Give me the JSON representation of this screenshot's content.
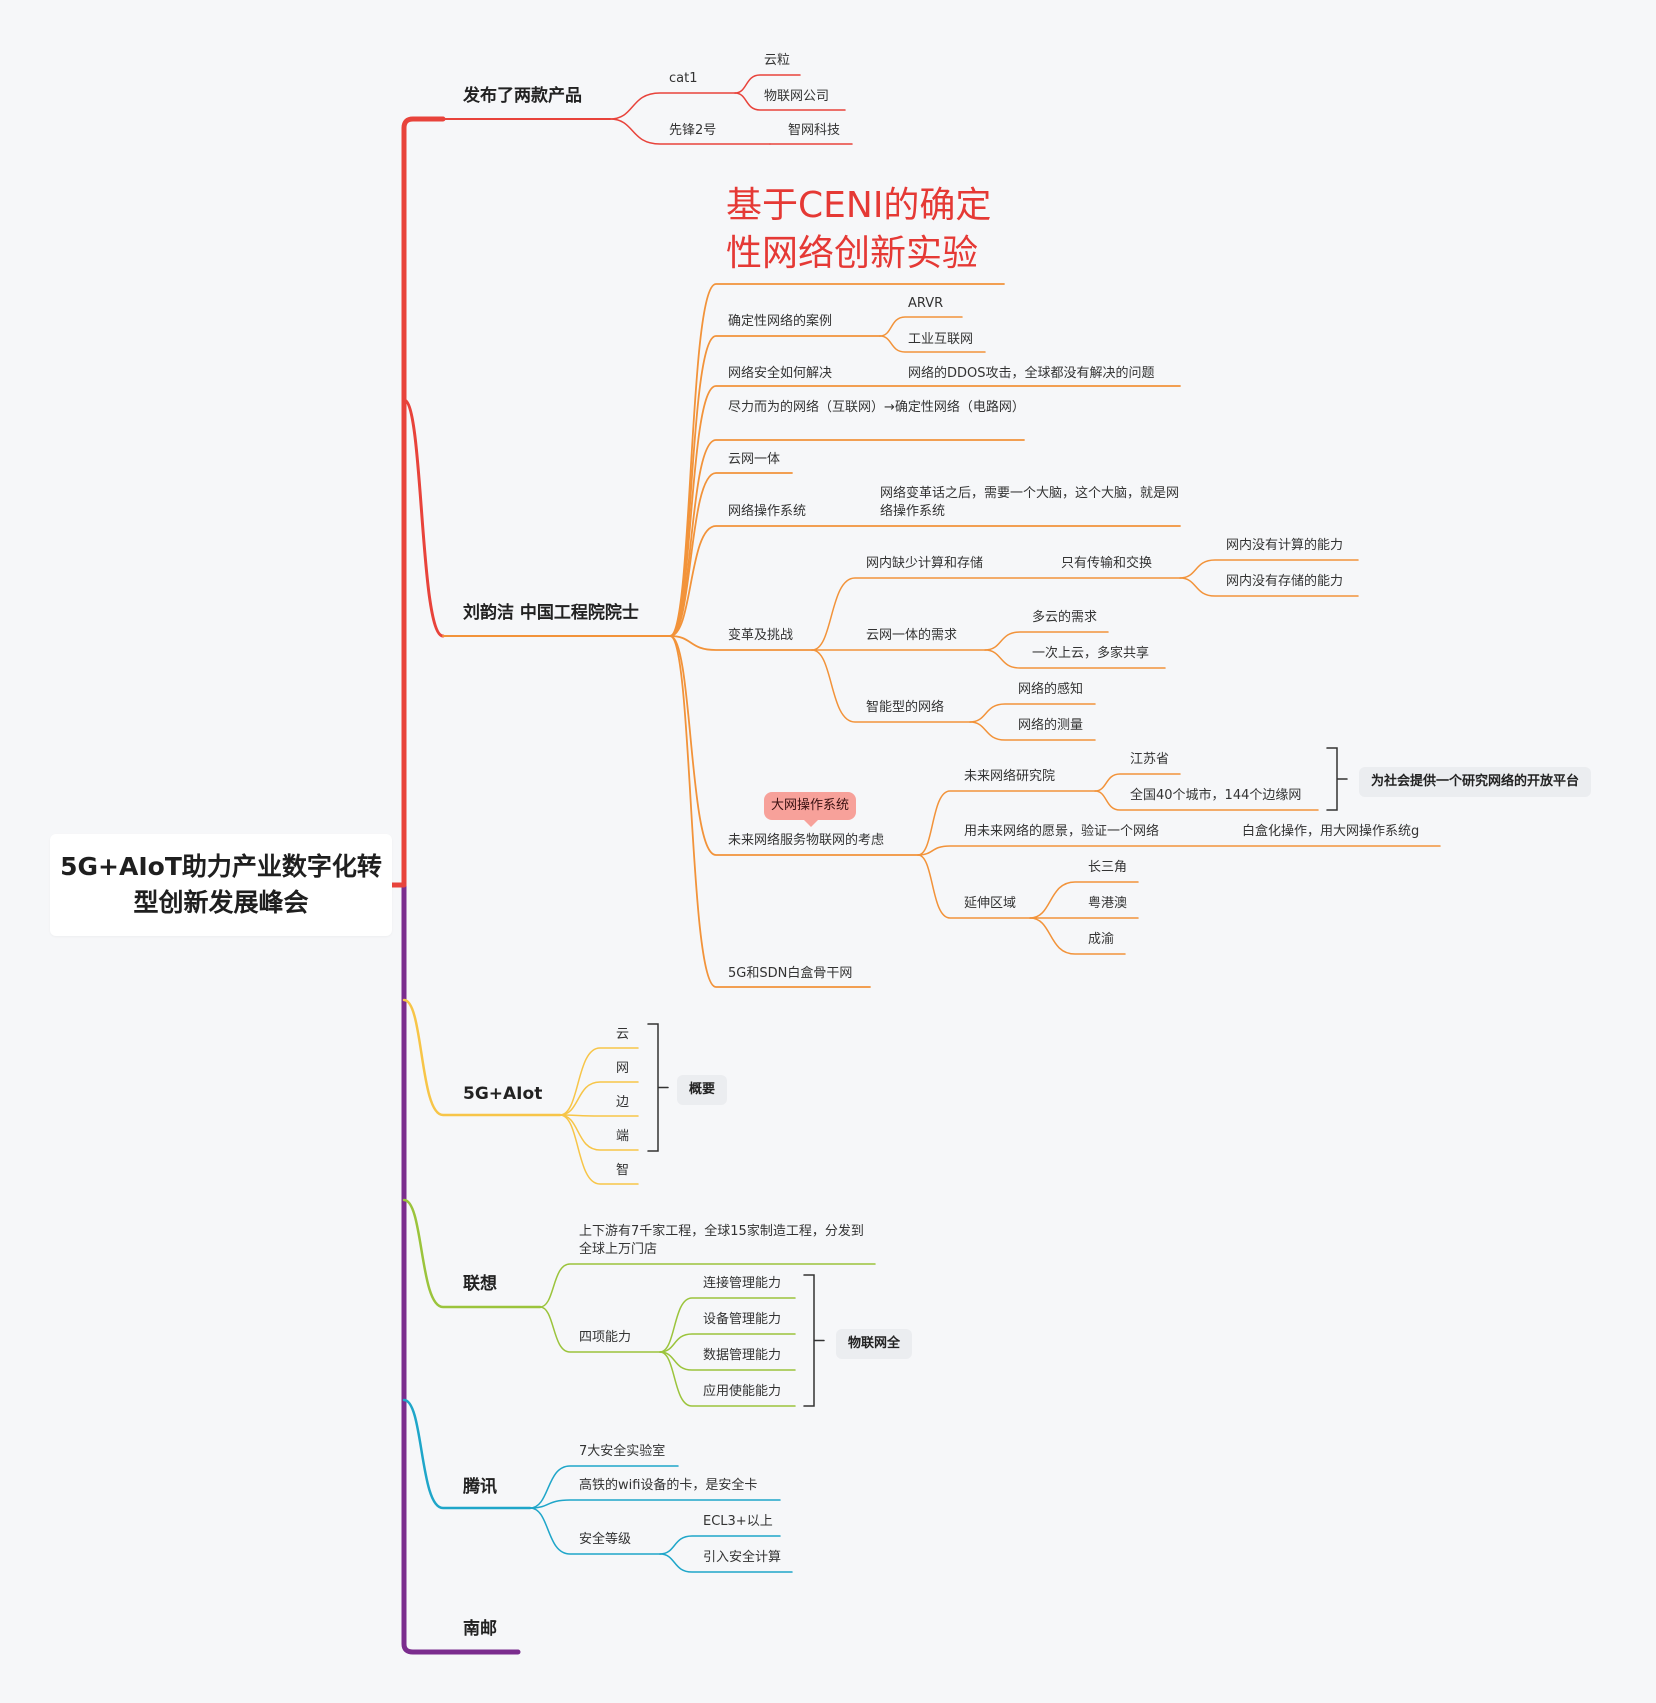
{
  "root": "5G+AIoT助力产业数字化转型创新发展峰会",
  "colors": {
    "red": "#e8433b",
    "orange": "#f2933a",
    "purple": "#7b2d8e",
    "yellow": "#f7c548",
    "green": "#9bc43c",
    "blue": "#1fa6c9"
  },
  "b1": {
    "label": "发布了两款产品",
    "cat1": "cat1",
    "cat1_a": "云粒",
    "cat1_b": "物联网公司",
    "xf": "先锋2号",
    "xf_a": "智网科技"
  },
  "b2": {
    "label": "刘韵洁 中国工程院院士",
    "title": "基于CENI的确定性网络创新实验",
    "c1": "确定性网络的案例",
    "c1_a": "ARVR",
    "c1_b": "工业互联网",
    "c2": "网络安全如何解决",
    "c2_a": "网络的DDOS攻击，全球都没有解决的问题",
    "c3": "尽力而为的网络（互联网）→确定性网络（电路网）",
    "c4": "云网一体",
    "c5": "网络操作系统",
    "c5_a": "网络变革话之后，需要一个大脑，这个大脑，就是网络操作系统",
    "c6": "变革及挑战",
    "c6_1": "网内缺少计算和存储",
    "c6_1a": "只有传输和交换",
    "c6_1a1": "网内没有计算的能力",
    "c6_1a2": "网内没有存储的能力",
    "c6_2": "云网一体的需求",
    "c6_2a": "多云的需求",
    "c6_2b": "一次上云，多家共享",
    "c6_3": "智能型的网络",
    "c6_3a": "网络的感知",
    "c6_3b": "网络的测量",
    "c7": "未来网络服务物联网的考虑",
    "c7_callout": "大网操作系统",
    "c7_1": "未来网络研究院",
    "c7_1a": "江苏省",
    "c7_1b": "全国40个城市，144个边缘网",
    "c7_1_summary": "为社会提供一个研究网络的开放平台",
    "c7_2": "用未来网络的愿景，验证一个网络",
    "c7_2a": "白盒化操作，用大网操作系统g",
    "c7_3": "延伸区域",
    "c7_3a": "长三角",
    "c7_3b": "粤港澳",
    "c7_3c": "成渝",
    "c8": "5G和SDN白盒骨干网"
  },
  "b3": {
    "label": "5G+AIot",
    "items": [
      "云",
      "网",
      "边",
      "端",
      "智"
    ],
    "summary": "概要"
  },
  "b4": {
    "label": "联想",
    "c1": "上下游有7千家工程，全球15家制造工程，分发到全球上万门店",
    "c2": "四项能力",
    "items": [
      "连接管理能力",
      "设备管理能力",
      "数据管理能力",
      "应用使能能力"
    ],
    "summary": "物联网全"
  },
  "b5": {
    "label": "腾讯",
    "c1": "7大安全实验室",
    "c2": "高铁的wifi设备的卡，是安全卡",
    "c3": "安全等级",
    "c3_a": "ECL3+以上",
    "c3_b": "引入安全计算"
  },
  "b6": {
    "label": "南邮"
  }
}
